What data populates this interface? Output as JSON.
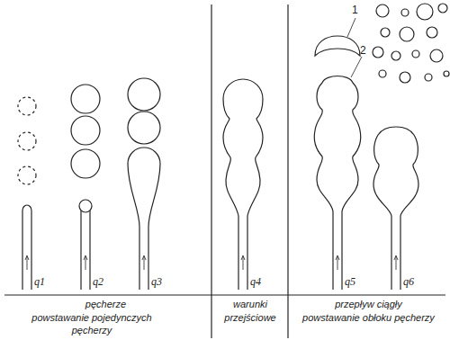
{
  "diagram": {
    "labels": [
      "1",
      "2",
      "q1",
      "q2",
      "q3",
      "q4",
      "q5",
      "q6",
      "pęcherze",
      "powstawanie pojedynczych pęcherzy",
      "warunki",
      "przejściowe",
      "przepływ ciągły",
      "powstawanie obłoku pęcherzy"
    ]
  }
}
